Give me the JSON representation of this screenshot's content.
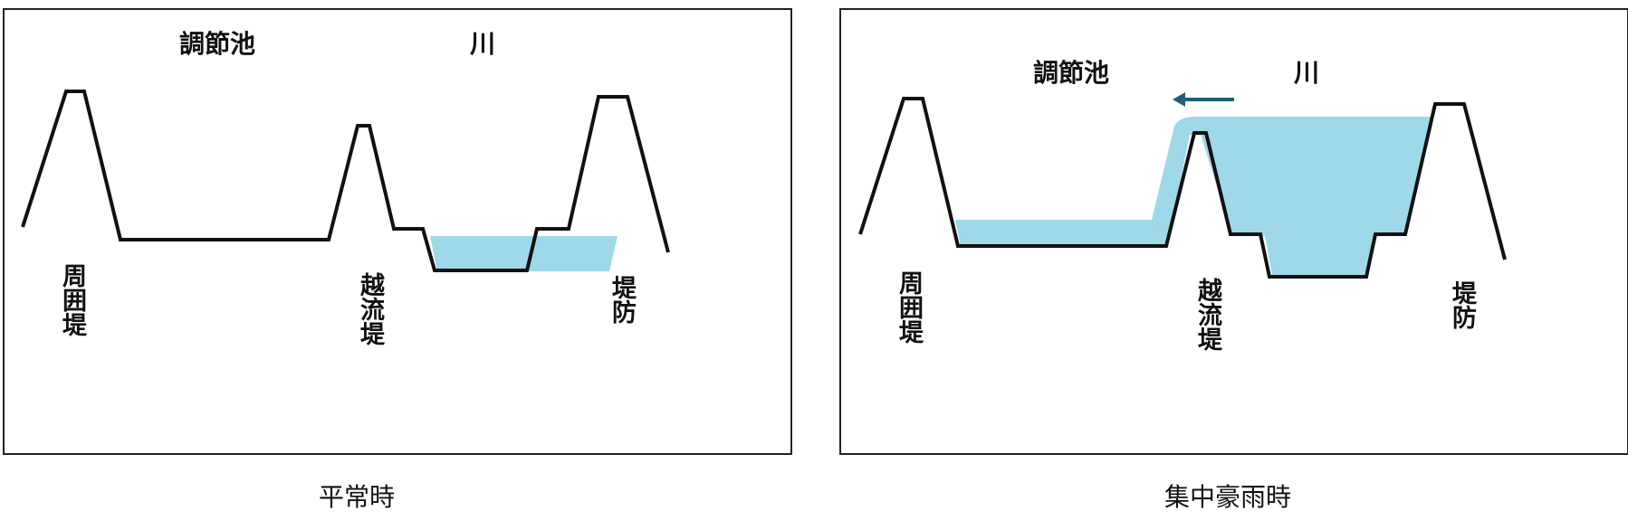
{
  "colors": {
    "water": "#9fd8e8",
    "ground": "#111111",
    "arrow": "#1f5f7a",
    "frame": "#222222"
  },
  "panels": [
    {
      "caption": "平常時",
      "labels": {
        "pond": "調節池",
        "river": "川",
        "ring_levee": "周囲堤",
        "overflow_levee": "越流堤",
        "embankment": "堤防"
      }
    },
    {
      "caption": "集中豪雨時",
      "labels": {
        "pond": "調節池",
        "river": "川",
        "ring_levee": "周囲堤",
        "overflow_levee": "越流堤",
        "embankment": "堤防"
      },
      "flow_icon": "arrow-left-icon"
    }
  ]
}
